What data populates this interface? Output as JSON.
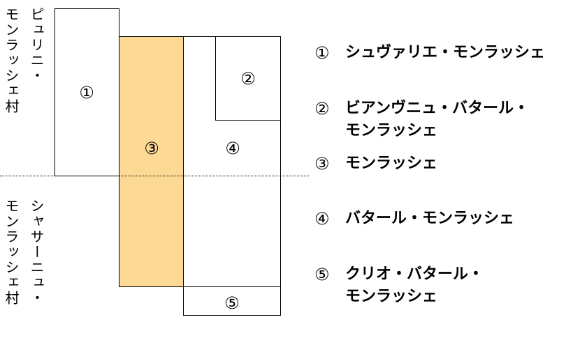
{
  "regions": {
    "upper_village": "ピュリニ・モンラッシェ村",
    "lower_village": "シャサーニュ・モンラッシェ村"
  },
  "parcels": [
    {
      "id": "1",
      "label": "①",
      "color": "#ffffff"
    },
    {
      "id": "2",
      "label": "②",
      "color": "#ffffff"
    },
    {
      "id": "3",
      "label": "③",
      "color": "#fcd994"
    },
    {
      "id": "4",
      "label": "④",
      "color": "#ffffff"
    },
    {
      "id": "5",
      "label": "⑤",
      "color": "#ffffff"
    }
  ],
  "legend": [
    {
      "num": "①",
      "text": "シュヴァリエ・モンラッシェ"
    },
    {
      "num": "②",
      "text": "ビアンヴニュ・バタール・\nモンラッシェ"
    },
    {
      "num": "③",
      "text": "モンラッシェ"
    },
    {
      "num": "④",
      "text": "バタール・モンラッシェ"
    },
    {
      "num": "⑤",
      "text": "クリオ・バタール・\nモンラッシェ"
    }
  ]
}
